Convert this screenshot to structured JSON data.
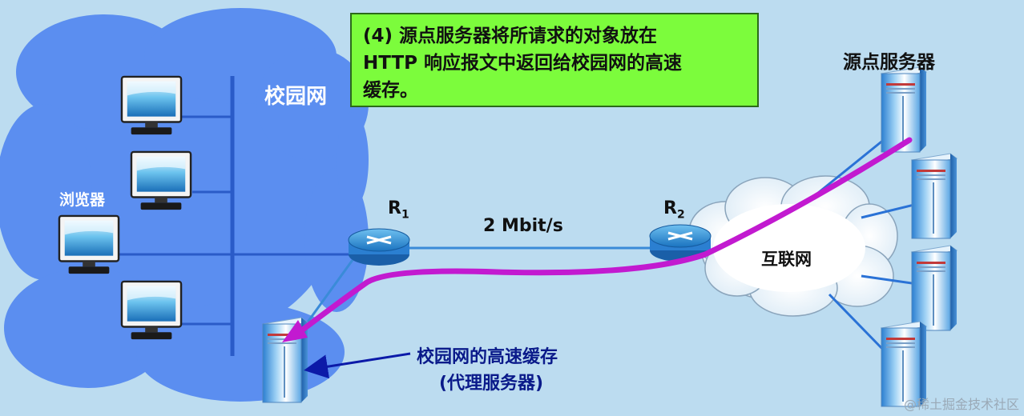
{
  "note": {
    "line1": "(4) 源点服务器将所请求的对象放在",
    "line2": "HTTP 响应报文中返回给校园网的高速",
    "line3": "缓存。"
  },
  "labels": {
    "campus_net": "校园网",
    "browser": "浏览器",
    "router1": "R",
    "router1_sub": "1",
    "router2": "R",
    "router2_sub": "2",
    "link_speed": "2 Mbit/s",
    "internet": "互联网",
    "origin_server": "源点服务器",
    "cache_line1": "校园网的高速缓存",
    "cache_line2": "(代理服务器)"
  },
  "watermark": "@稀土掘金技术社区",
  "colors": {
    "background": "#bcdcf0",
    "campus_cloud": "#5b8ef0",
    "note_box": "#7cfc3c",
    "response_path": "#c21ad0",
    "lan_line": "#2a5bc8",
    "arrow": "#0c1aa8"
  }
}
